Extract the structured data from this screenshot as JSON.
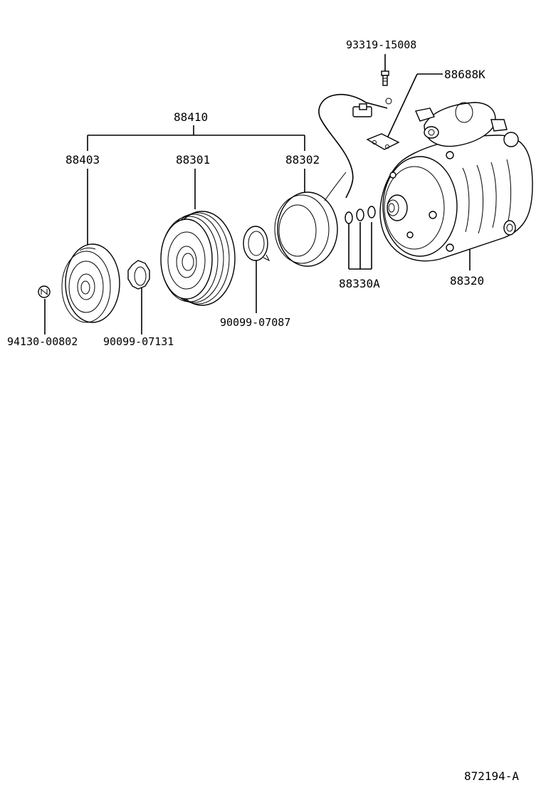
{
  "diagram": {
    "labels": {
      "p88410": "88410",
      "p88403": "88403",
      "p88301": "88301",
      "p88302": "88302",
      "p93319": "93319-15008",
      "p88688k": "88688K",
      "p88330a": "88330A",
      "p88320": "88320",
      "p94130": "94130-00802",
      "p90099_07131": "90099-07131",
      "p90099_07087": "90099-07087"
    },
    "figure_code": "872194-A"
  }
}
